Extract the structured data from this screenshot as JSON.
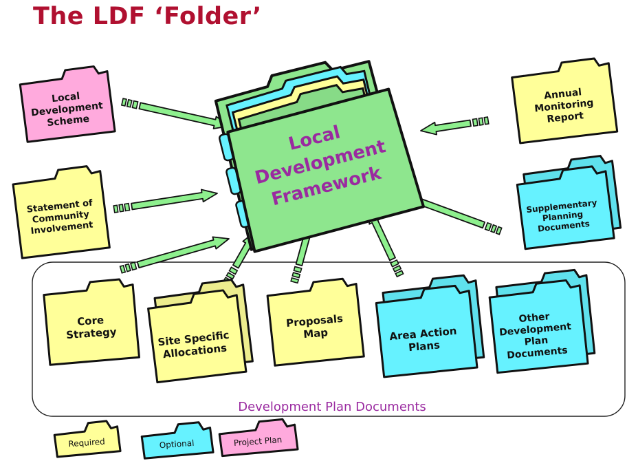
{
  "title": "The LDF ‘Folder’",
  "center_folder": {
    "lines": [
      "Local",
      "Development",
      "Framework"
    ],
    "color": "#8ee68e",
    "text_color": "#9a2aa0"
  },
  "folders": [
    {
      "id": "local-development-scheme",
      "lines": [
        "Local",
        "Development",
        "Scheme"
      ],
      "category": "project_plan"
    },
    {
      "id": "statement-of-community-involvement",
      "lines": [
        "Statement of",
        "Community",
        "Involvement"
      ],
      "category": "required"
    },
    {
      "id": "annual-monitoring-report",
      "lines": [
        "Annual",
        "Monitoring",
        "Report"
      ],
      "category": "required"
    },
    {
      "id": "supplementary-planning-documents",
      "lines": [
        "Supplementary",
        "Planning",
        "Documents"
      ],
      "category": "optional"
    },
    {
      "id": "core-strategy",
      "lines": [
        "Core",
        "Strategy"
      ],
      "category": "required"
    },
    {
      "id": "site-specific-allocations",
      "lines": [
        "Site Specific",
        "Allocations"
      ],
      "category": "required"
    },
    {
      "id": "proposals-map",
      "lines": [
        "Proposals",
        "Map"
      ],
      "category": "required"
    },
    {
      "id": "area-action-plans",
      "lines": [
        "Area Action",
        "Plans"
      ],
      "category": "optional"
    },
    {
      "id": "other-development-plan-documents",
      "lines": [
        "Other",
        "Development",
        "Plan",
        "Documents"
      ],
      "category": "optional"
    }
  ],
  "group_label": "Development Plan Documents",
  "legend": [
    {
      "label": "Required",
      "category": "required"
    },
    {
      "label": "Optional",
      "category": "optional"
    },
    {
      "label": "Project Plan",
      "category": "project_plan"
    }
  ],
  "colors": {
    "required": "#ffff99",
    "optional": "#66f2ff",
    "project_plan": "#ffaadd",
    "arrow": "#8ef08e",
    "group_label": "#9a2aa0"
  }
}
